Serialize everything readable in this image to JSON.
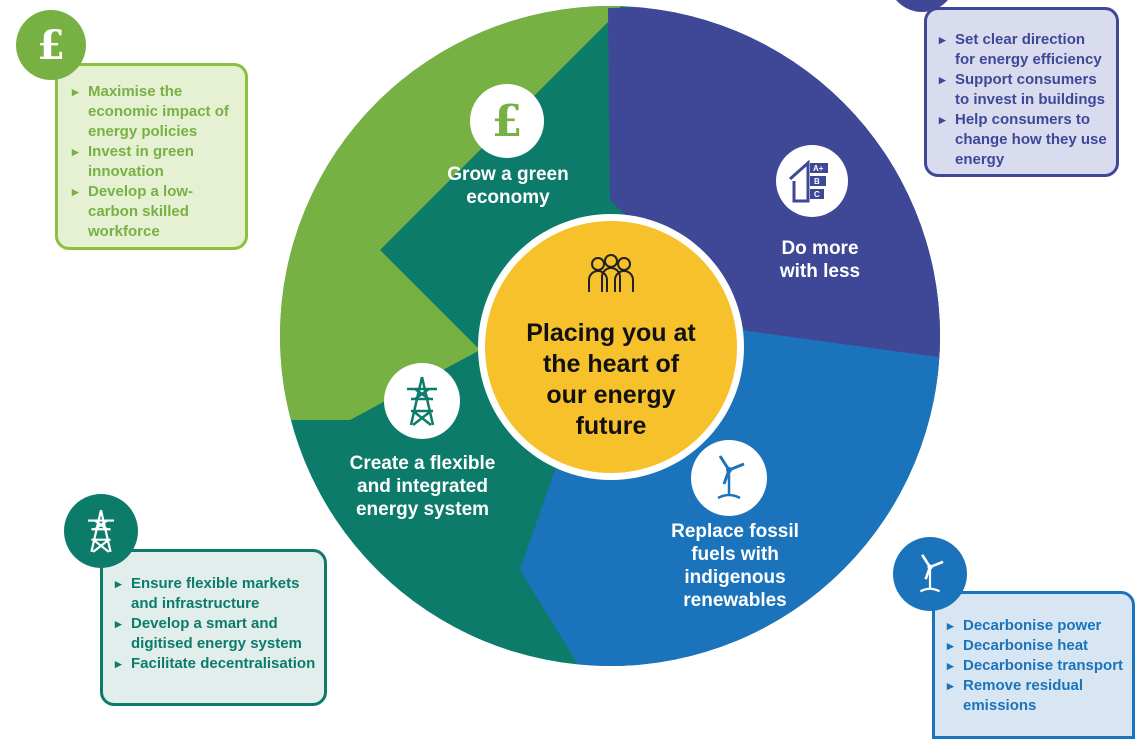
{
  "colors": {
    "green": "#78b143",
    "purple": "#3f4797",
    "blue": "#1b74bb",
    "teal": "#0c7b6a",
    "yellow": "#f6c12a"
  },
  "center": {
    "title": "Placing you at\nthe heart of\nour energy\nfuture",
    "icon": "people-icon"
  },
  "segments": [
    {
      "id": "green",
      "label": "Grow a green\neconomy",
      "icon": "pound-icon"
    },
    {
      "id": "purple",
      "label": "Do more\nwith less",
      "icon": "energy-rating-house-icon",
      "icon_text": [
        "A+",
        "B",
        "C"
      ]
    },
    {
      "id": "blue",
      "label": "Replace fossil\nfuels with\nindigenous\nrenewables",
      "icon": "wind-turbine-icon"
    },
    {
      "id": "teal",
      "label": "Create a flexible\nand integrated\nenergy system",
      "icon": "pylon-icon"
    }
  ],
  "boxes": {
    "green": [
      "Maximise the economic impact of energy policies",
      "Invest in green innovation",
      "Develop a low-carbon skilled workforce"
    ],
    "purple": [
      "Set clear direction for energy efficiency",
      "Support consumers to invest in buildings",
      "Help consumers to change how they use energy"
    ],
    "teal": [
      "Ensure flexible markets and infrastructure",
      "Develop a smart and digitised energy system",
      "Facilitate decentralisation"
    ],
    "blue": [
      "Decarbonise power",
      "Decarbonise heat",
      "Decarbonise transport",
      "Remove residual emissions"
    ]
  }
}
